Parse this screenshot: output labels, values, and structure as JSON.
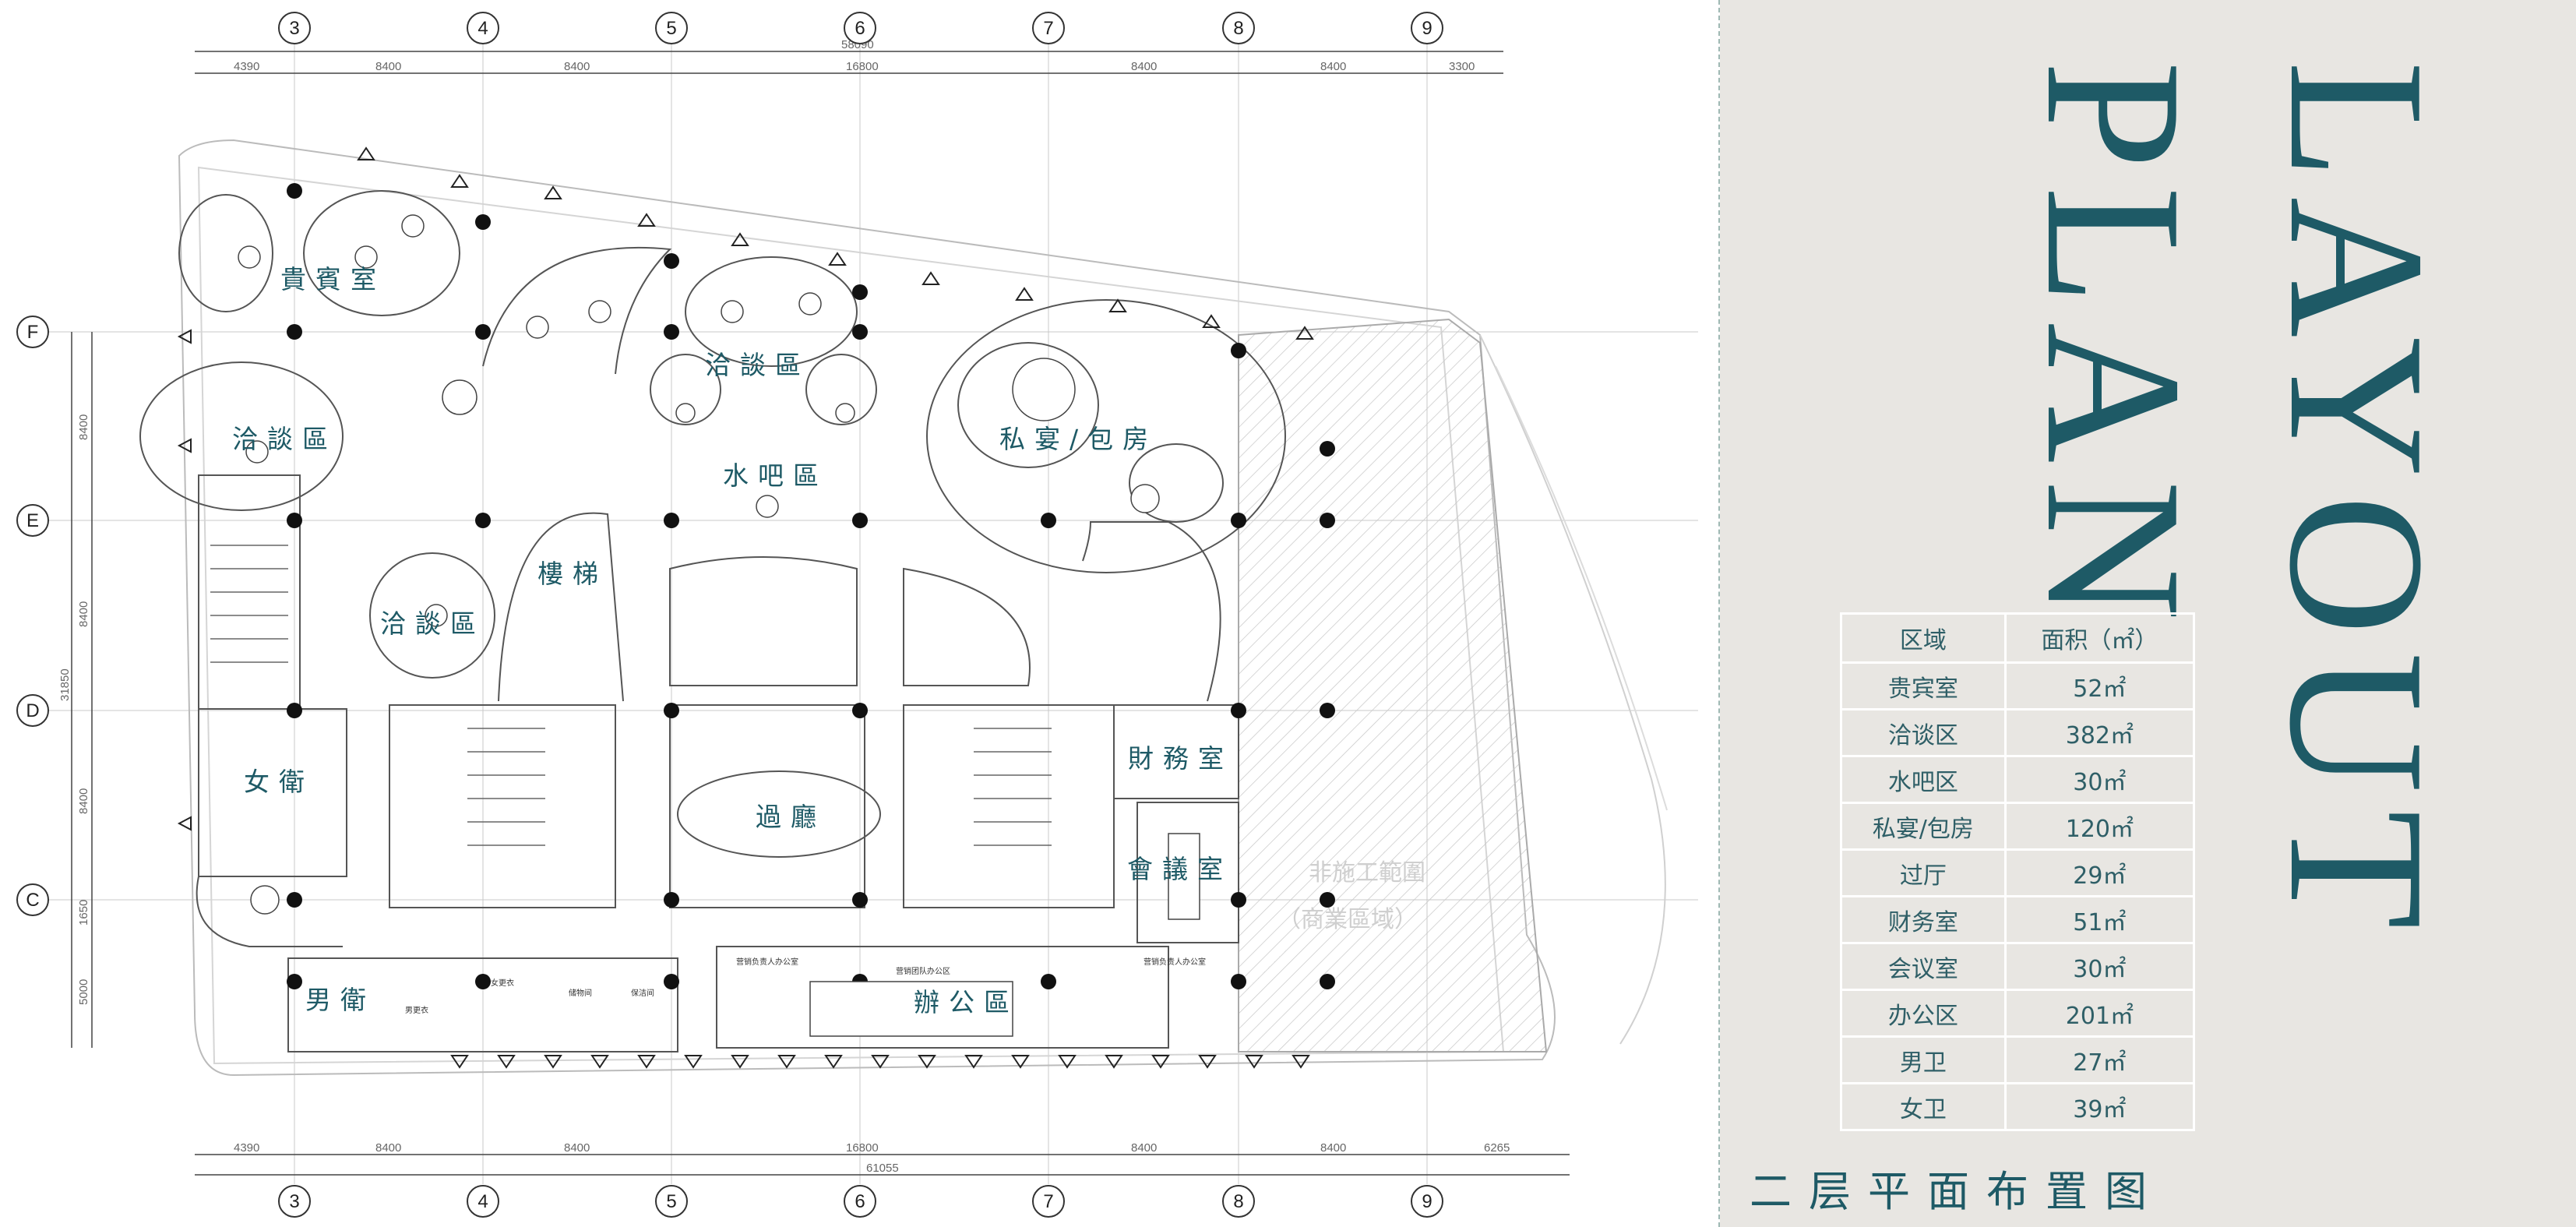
{
  "title_layout": "LAYOUT",
  "title_plan": "PLAN",
  "page_caption": "二层平面布置图",
  "table": {
    "header_zone": "区域",
    "header_area": "面积（㎡）",
    "rows": [
      {
        "zone": "贵宾室",
        "area": "52㎡"
      },
      {
        "zone": "洽谈区",
        "area": "382㎡"
      },
      {
        "zone": "水吧区",
        "area": "30㎡"
      },
      {
        "zone": "私宴/包房",
        "area": "120㎡"
      },
      {
        "zone": "过厅",
        "area": "29㎡"
      },
      {
        "zone": "财务室",
        "area": "51㎡"
      },
      {
        "zone": "会议室",
        "area": "30㎡"
      },
      {
        "zone": "办公区",
        "area": "201㎡"
      },
      {
        "zone": "男卫",
        "area": "27㎡"
      },
      {
        "zone": "女卫",
        "area": "39㎡"
      }
    ]
  },
  "plan": {
    "rooms": {
      "vip": "貴賓室",
      "nego_top": "洽談區",
      "nego_left": "洽談區",
      "nego_mid": "洽談區",
      "water_bar": "水吧區",
      "private": "私宴/包房",
      "stairs": "樓梯",
      "lobby": "過廳",
      "finance": "財務室",
      "meeting": "會議室",
      "office": "辦公區",
      "women": "女衛",
      "men": "男衛",
      "out_of_scope_1": "非施工範圍",
      "out_of_scope_2": "（商業區域）"
    },
    "small_labels": {
      "sales_head_office_left": "营销负责人办公室",
      "sales_team_office": "营销团队办公区",
      "sales_head_office_right": "营销负责人办公室",
      "changing_1": "男更衣",
      "changing_2": "女更衣",
      "store": "储物间",
      "wash": "保洁间"
    },
    "col_axes": [
      "3",
      "4",
      "5",
      "6",
      "7",
      "8",
      "9"
    ],
    "row_axes": [
      "F",
      "E",
      "D",
      "C"
    ],
    "top_dims": [
      "4390",
      "8400",
      "8400",
      "16800",
      "8400",
      "8400",
      "3300"
    ],
    "top_total": "58090",
    "bottom_dims": [
      "4390",
      "8400",
      "8400",
      "16800",
      "8400",
      "8400",
      "6265"
    ],
    "bottom_total": "61055",
    "left_dims": [
      "8400",
      "8400",
      "8400",
      "1650",
      "5000"
    ],
    "left_total": "31850"
  },
  "colors": {
    "accent": "#1e5a66",
    "panel_bg": "#e8e6e2",
    "table_text": "#2f5f67"
  }
}
